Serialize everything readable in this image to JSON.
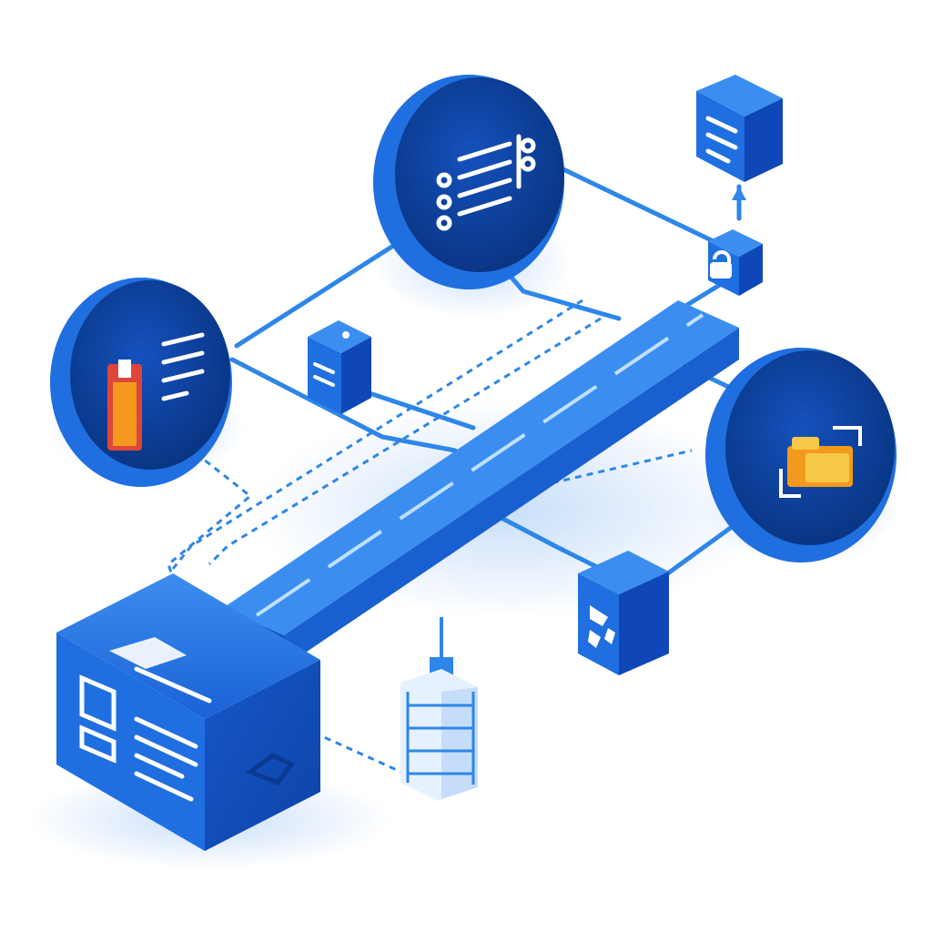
{
  "diagram": {
    "kind": "isometric-network-architecture",
    "printed_text": "",
    "colors": {
      "background": "#ffffff",
      "primary_blue": "#1f6fe0",
      "dark_blue": "#0f47b8",
      "light_blue": "#56a6f5",
      "disk_face": "#0b3e9c",
      "connector": "#2e86e8",
      "accent_red": "#e0453a",
      "accent_orange": "#f39a1e",
      "accent_yellow": "#f7c948",
      "glyph_white": "#ffffff"
    },
    "nodes": [
      {
        "id": "main-server",
        "icon": "server-rack-icon",
        "shape": "box"
      },
      {
        "id": "backbone-bus",
        "icon": "bus-bar-icon",
        "shape": "bar"
      },
      {
        "id": "left-disk",
        "icon": "document-list-icon",
        "shape": "disk"
      },
      {
        "id": "top-disk",
        "icon": "list-menu-icon",
        "shape": "disk"
      },
      {
        "id": "right-disk",
        "icon": "folder-icon",
        "shape": "disk"
      },
      {
        "id": "chat-cube",
        "icon": "chat-message-icon",
        "shape": "cube"
      },
      {
        "id": "lock-node",
        "icon": "padlock-icon",
        "shape": "cube"
      },
      {
        "id": "middle-cube",
        "icon": "storage-cube-icon",
        "shape": "cube"
      },
      {
        "id": "switch-cube",
        "icon": "shuffle-icon",
        "shape": "cube"
      },
      {
        "id": "antenna-tower",
        "icon": "antenna-tower-icon",
        "shape": "tower"
      }
    ],
    "connections": [
      {
        "from": "left-disk",
        "to": "top-disk",
        "style": "solid"
      },
      {
        "from": "top-disk",
        "to": "lock-node",
        "style": "solid"
      },
      {
        "from": "lock-node",
        "to": "chat-cube",
        "style": "solid"
      },
      {
        "from": "top-disk",
        "to": "backbone-bus",
        "style": "dashed"
      },
      {
        "from": "left-disk",
        "to": "main-server",
        "style": "dashed"
      },
      {
        "from": "middle-cube",
        "to": "backbone-bus",
        "style": "solid"
      },
      {
        "from": "backbone-bus",
        "to": "right-disk",
        "style": "solid"
      },
      {
        "from": "backbone-bus",
        "to": "switch-cube",
        "style": "solid"
      },
      {
        "from": "switch-cube",
        "to": "right-disk",
        "style": "solid"
      },
      {
        "from": "main-server",
        "to": "antenna-tower",
        "style": "dashed"
      },
      {
        "from": "main-server",
        "to": "backbone-bus",
        "style": "solid"
      }
    ]
  }
}
